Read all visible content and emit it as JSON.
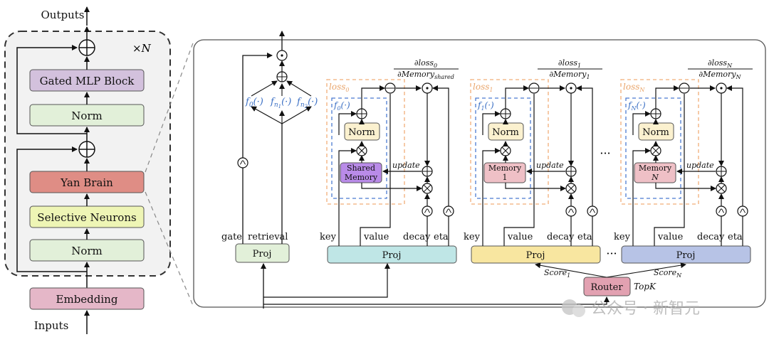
{
  "colors": {
    "gated_mlp": "#d3c1dd",
    "norm": "#e2f0d9",
    "yan_brain": "#df8d85",
    "selective": "#eef5b5",
    "embedding": "#e5b7c8",
    "proj_shared": "#bfe6e6",
    "proj_1": "#f8e6a0",
    "proj_n": "#b7c3e6",
    "router": "#e2a1b1",
    "shared_memory": "#b98be8",
    "memory_1": "#efc0c6",
    "memory_n": "#efc0c6",
    "norm_inner": "#fbf1cf",
    "loss_box": "#f0ad78",
    "f_box": "#4b7bd1"
  },
  "left": {
    "outputs": "Outputs",
    "times_n": "×N",
    "gated_mlp": "Gated MLP Block",
    "norm_top": "Norm",
    "yan_brain": "Yan Brain",
    "selective": "Selective Neurons",
    "norm_bottom": "Norm",
    "embedding": "Embedding",
    "inputs": "Inputs"
  },
  "right": {
    "gate": "gate",
    "retrieval": "retrieval",
    "proj": "Proj",
    "f0": "f",
    "f0_sub": "0",
    "f0_arg": "(·)",
    "fn1": "f",
    "fn1_sub": "n",
    "fn1_subsub": "1",
    "fn1_arg": "(·)",
    "fn2": "f",
    "fn2_sub": "n",
    "fn2_subsub": "2",
    "fn2_arg": "(·)",
    "key": "key",
    "value": "value",
    "decay": "decay",
    "eta": "eta",
    "update": "update",
    "norm": "Norm",
    "dots": "···",
    "router": "Router",
    "topk": "TopK",
    "score1": "Score",
    "score1_sub": "1",
    "scoreN": "Score",
    "scoreN_sub": "N",
    "modules": [
      {
        "loss": "loss",
        "loss_sub": "0",
        "f": "f",
        "f_sub": "0",
        "f_arg": "(·)",
        "memory_line1": "Shared",
        "memory_line2": "Memory",
        "grad_num": "∂loss",
        "grad_num_sub": "0",
        "grad_den": "∂Memory",
        "grad_den_sub": "shared"
      },
      {
        "loss": "loss",
        "loss_sub": "1",
        "f": "f",
        "f_sub": "1",
        "f_arg": "(·)",
        "memory_line1": "Memory",
        "memory_line2": "1",
        "grad_num": "∂loss",
        "grad_num_sub": "1",
        "grad_den": "∂Memory",
        "grad_den_sub": "1"
      },
      {
        "loss": "loss",
        "loss_sub": "N",
        "f": "f",
        "f_sub": "N",
        "f_arg": "(·)",
        "memory_line1": "Memory",
        "memory_line2": "N",
        "grad_num": "∂loss",
        "grad_num_sub": "N",
        "grad_den": "∂Memory",
        "grad_den_sub": "N"
      }
    ]
  },
  "watermark": "公众号 · 新智元"
}
